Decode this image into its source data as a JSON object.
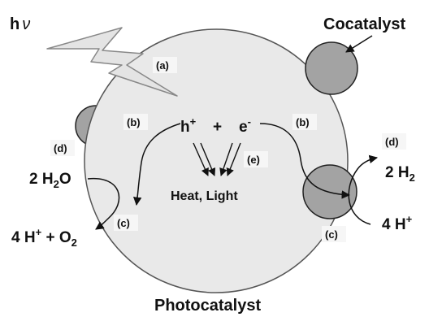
{
  "title": "",
  "labels": {
    "light": "h",
    "light_symbol": "ν",
    "cocatalyst": "Cocatalyst",
    "photocatalyst": "Photocatalyst",
    "step_a": "(a)",
    "step_b_left": "(b)",
    "step_b_right": "(b)",
    "step_c_left": "(c)",
    "step_c_right": "(c)",
    "step_d_left": "(d)",
    "step_d_right": "(d)",
    "step_e": "(e)",
    "hole": "h",
    "hole_charge": "+",
    "plus": "+",
    "electron": "e",
    "electron_charge": "-",
    "heat_light": "Heat, Light",
    "water_coef": "2 H",
    "water_sub": "2",
    "water_tail": "O",
    "proton_left": "4 H",
    "proton_left_charge": "+",
    "plus_o2": " + O",
    "o2_sub": "2",
    "h2_coef": "2 H",
    "h2_sub": "2",
    "proton_right": "4 H",
    "proton_right_charge": "+"
  },
  "colors": {
    "particle_fill": "#e9e9e9",
    "cocatalyst_fill": "#a3a3a3",
    "bolt_fill": "#e4e4e4",
    "stroke": "#222222",
    "label_bg": "#f6f6f6"
  }
}
